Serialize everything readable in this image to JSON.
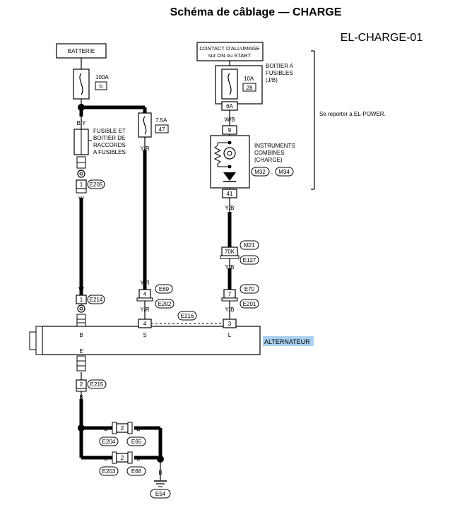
{
  "title": "Schéma de câblage — CHARGE",
  "diagram_code": "EL-CHARGE-01",
  "highlight_color": "#a9d0f0",
  "components": {
    "battery": "BATTERIE",
    "ignition_l1": "CONTACT D'ALLUMAGE",
    "ignition_l2": "sur ON ou START",
    "fuse_box_l1": "BOITIER A",
    "fuse_box_l2": "FUSIBLES",
    "fuse_box_l3": "(J/B)",
    "fusible_link_l1": "FUSIBLE ET",
    "fusible_link_l2": "BOITIER DE",
    "fusible_link_l3": "RACCORDS",
    "fusible_link_l4": "A FUSIBLES",
    "meter_l1": "INSTRUMENTS",
    "meter_l2": "COMBINES",
    "meter_l3": "(CHARGE)",
    "alternator": "ALTERNATEUR",
    "reference_note": "Se reporter à EL-POWER."
  },
  "fuses": {
    "f100_amp": "100A",
    "f100_id": "b",
    "f75_amp": "7.5A",
    "f75_id": "47",
    "f10_amp": "10A",
    "f10_id": "28"
  },
  "wire_colors": {
    "by": "B/Y",
    "yr": "Y/R",
    "w": "W",
    "wb": "W/B",
    "yb": "Y/B",
    "e": "E",
    "b": "B"
  },
  "connectors": {
    "e205": "E205",
    "e214": "E214",
    "e69": "E69",
    "e202": "E202",
    "e216": "E216",
    "e70": "E70",
    "e201": "E201",
    "m21": "M21",
    "e127": "E127",
    "m32": "M32",
    "m34": "M34",
    "e215": "E215",
    "e204": "E204",
    "e65": "E65",
    "e203": "E203",
    "e66": "E66",
    "e54": "E54"
  },
  "pins": {
    "p1a": "1",
    "p1b": "1",
    "p4a": "4",
    "p4b": "4",
    "p6a": "6A",
    "p9": "9",
    "p41": "41",
    "p70k": "70K",
    "p7": "7",
    "p3": "3",
    "p2a": "2",
    "p2b": "2",
    "p2c": "2"
  },
  "terminals": {
    "b": "B",
    "s": "S",
    "l": "L",
    "e": "E"
  },
  "separator": ","
}
